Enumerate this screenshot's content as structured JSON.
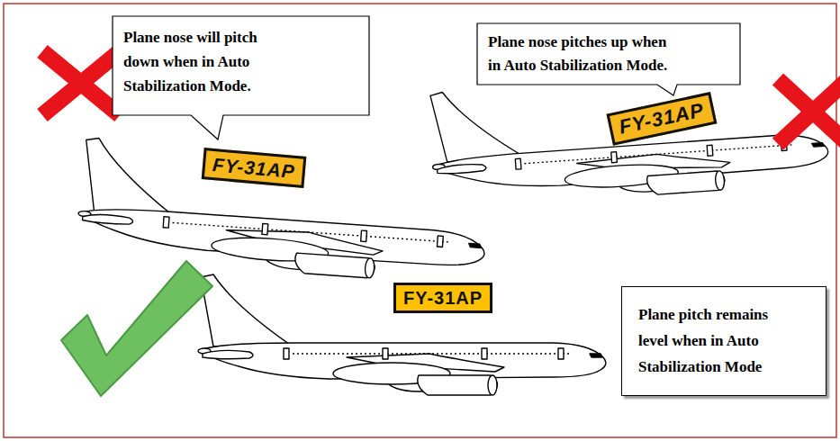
{
  "diagram": {
    "nodes": [
      {
        "text": [
          "Plane nose will pitch down when in Auto Stabilization Mode."
        ]
      },
      {
        "text": [
          "Plane nose pitches up when in Auto Stabilization Mode."
        ]
      },
      {
        "text": [
          "FY-31AP"
        ]
      },
      {
        "text": [
          "FY-31AP"
        ]
      },
      {
        "text": [
          "FY-31AP"
        ]
      },
      {
        "text": [
          "Plane pitch remains level when in Auto Stabilization Mode"
        ]
      }
    ]
  }
}
